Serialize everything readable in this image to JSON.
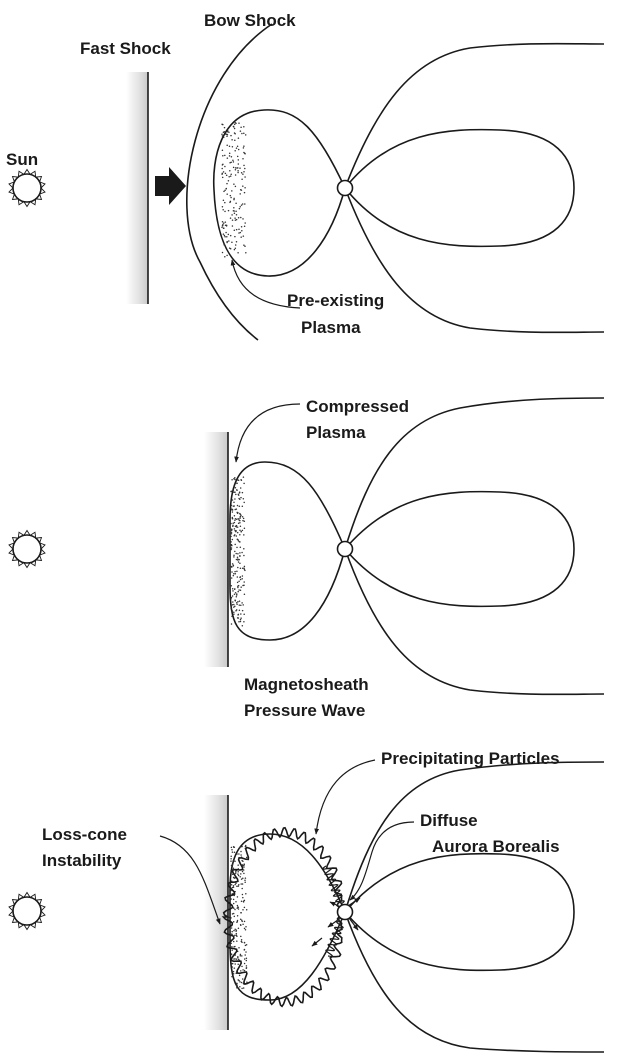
{
  "labels": {
    "sun": "Sun",
    "fast_shock": "Fast Shock",
    "bow_shock": "Bow Shock",
    "pre_existing_1": "Pre-existing",
    "pre_existing_2": "Plasma",
    "compressed_1": "Compressed",
    "compressed_2": "Plasma",
    "sheath_1": "Magnetosheath",
    "sheath_2": "Pressure Wave",
    "precipitating": "Precipitating Particles",
    "diffuse_1": "Diffuse",
    "diffuse_2": "Aurora Borealis",
    "loss_cone_1": "Loss-cone",
    "loss_cone_2": "Instability"
  },
  "colors": {
    "ink": "#1a1a1a",
    "shock_front_shade": "#d8d8d8",
    "background": "#ffffff"
  },
  "icons": {
    "sun": "sun-icon",
    "earth": "earth-icon",
    "arrow": "solid-arrow-icon"
  }
}
